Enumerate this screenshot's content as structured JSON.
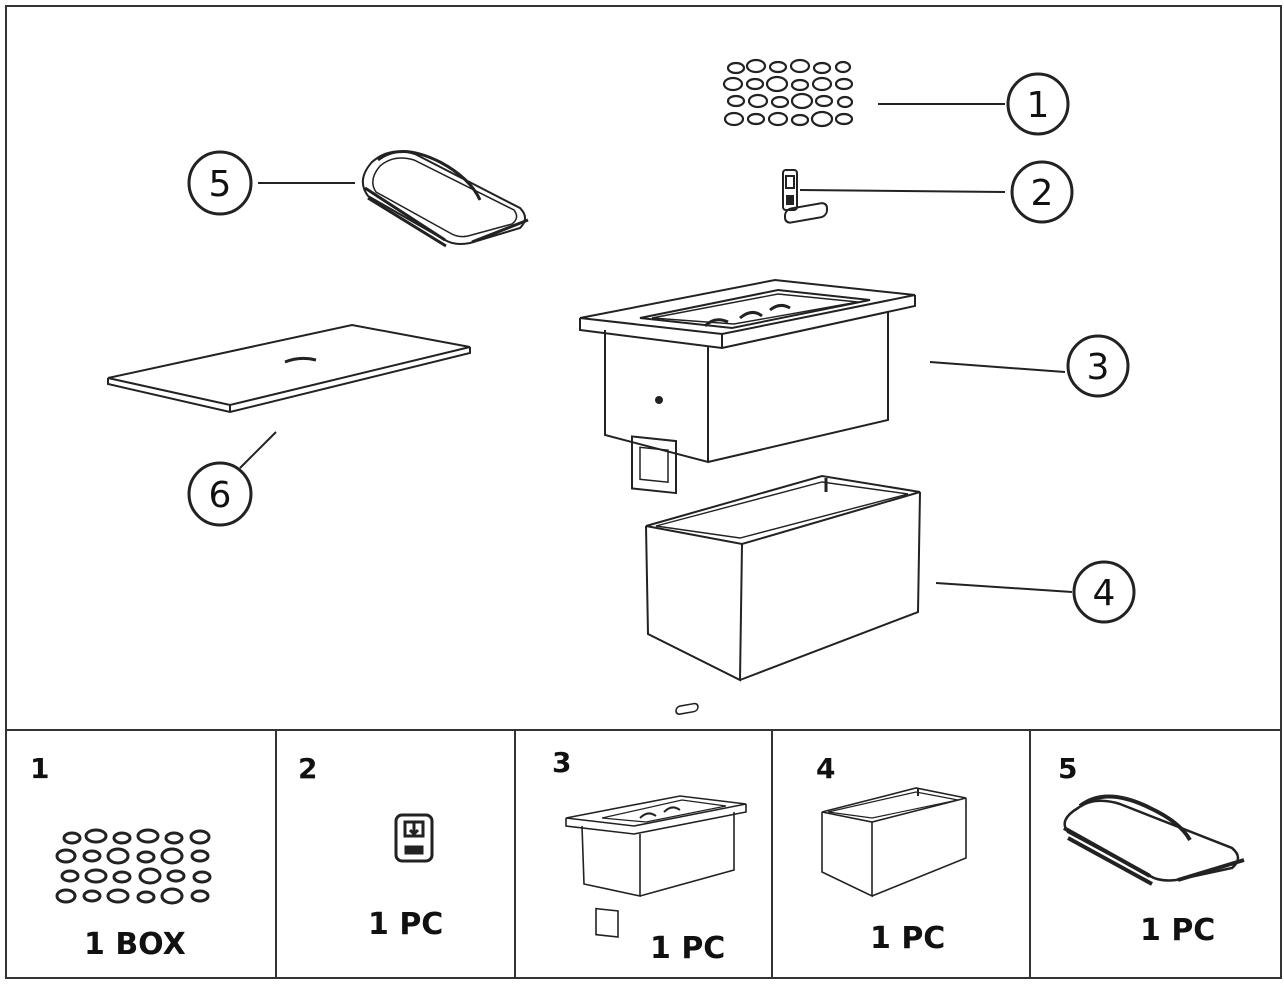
{
  "callouts": [
    {
      "number": "1",
      "icon": "glass-stones-icon"
    },
    {
      "number": "2",
      "icon": "igniter-battery-icon"
    },
    {
      "number": "3",
      "icon": "burner-tabletop-icon"
    },
    {
      "number": "4",
      "icon": "base-box-icon"
    },
    {
      "number": "5",
      "icon": "cover-bag-icon"
    },
    {
      "number": "6",
      "icon": "lid-panel-icon"
    }
  ],
  "inventory": [
    {
      "number": "1",
      "quantity": "1 BOX"
    },
    {
      "number": "2",
      "quantity": "1  PC"
    },
    {
      "number": "3",
      "quantity": "1  PC"
    },
    {
      "number": "4",
      "quantity": "1  PC"
    },
    {
      "number": "5",
      "quantity": "1  PC"
    }
  ]
}
